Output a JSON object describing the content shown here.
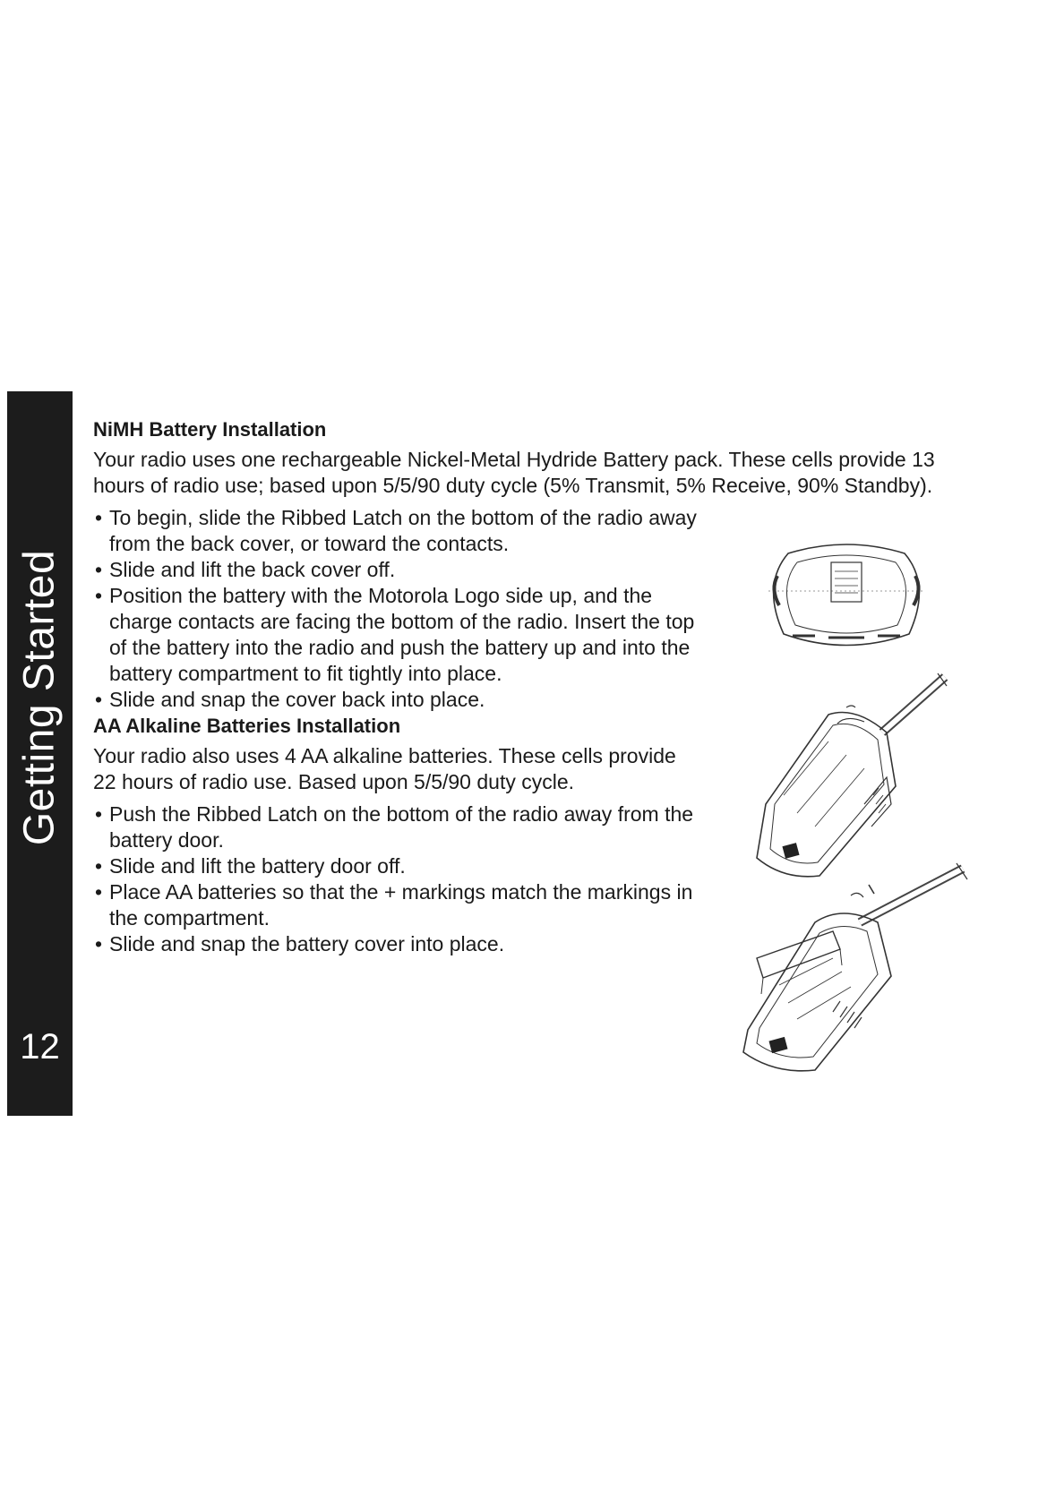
{
  "side_tab": {
    "title": "Getting Started",
    "page_number": "12"
  },
  "nimh": {
    "heading": "NiMH Battery Installation",
    "intro": "Your radio uses one rechargeable Nickel-Metal Hydride Battery pack. These cells provide 13 hours of radio use; based upon 5/5/90 duty cycle (5% Transmit, 5% Receive, 90% Standby).",
    "bullets": [
      "To begin, slide the Ribbed Latch on the bottom of the radio away from the back cover, or toward the contacts.",
      "Slide and lift the back cover off.",
      "Position the battery with the Motorola Logo side up, and the charge contacts are facing the bottom of the radio. Insert the top of the battery into the radio and push the battery up and into the battery compartment to fit tightly into place.",
      "Slide and snap the cover back into place."
    ]
  },
  "aa": {
    "heading": "AA Alkaline Batteries Installation",
    "intro": "Your radio also uses 4 AA alkaline batteries. These cells provide 22 hours of radio use. Based upon 5/5/90 duty cycle.",
    "bullets": [
      "Push the Ribbed Latch on the bottom of the radio away from the battery door.",
      "Slide and lift the battery door off.",
      "Place AA batteries so that the + markings match the markings in the compartment.",
      "Slide and snap the battery cover into place."
    ]
  },
  "illustrations": {
    "battery_pack": "battery-pack-illustration",
    "radio_nimh": "radio-nimh-battery-illustration",
    "radio_aa": "radio-aa-batteries-illustration"
  }
}
